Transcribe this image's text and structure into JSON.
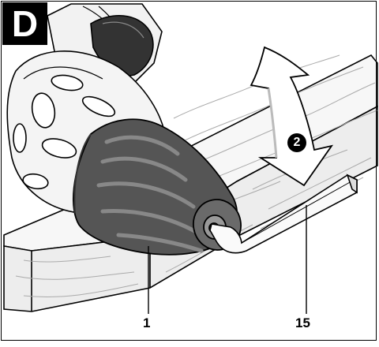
{
  "figure": {
    "panel_letter": "D",
    "step_number": "2",
    "callouts": [
      {
        "label": "1"
      },
      {
        "label": "15"
      }
    ]
  }
}
